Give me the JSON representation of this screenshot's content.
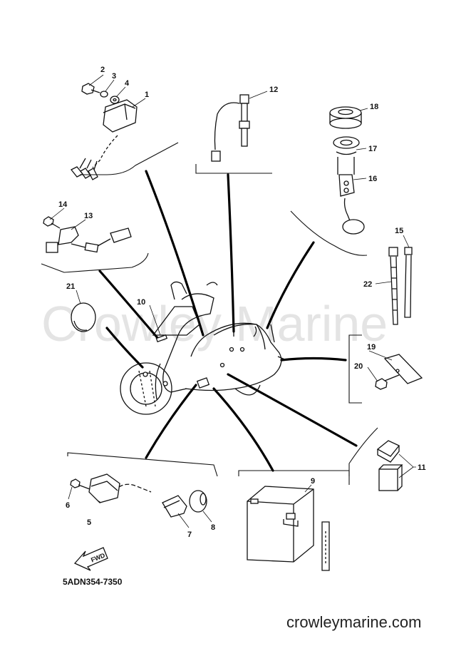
{
  "watermark": "Crowley Marine",
  "diagram_code": "5ADN354-7350",
  "website": "crowleymarine.com",
  "fwd_label": "FWD",
  "callouts": {
    "c1": "1",
    "c2": "2",
    "c3": "3",
    "c4": "4",
    "c5": "5",
    "c6": "6",
    "c7": "7",
    "c8": "8",
    "c9": "9",
    "c10": "10",
    "c11": "11",
    "c12": "12",
    "c13": "13",
    "c14": "14",
    "c15": "15",
    "c16": "16",
    "c17": "17",
    "c18": "18",
    "c19": "19",
    "c20": "20",
    "c21": "21",
    "c22": "22"
  }
}
